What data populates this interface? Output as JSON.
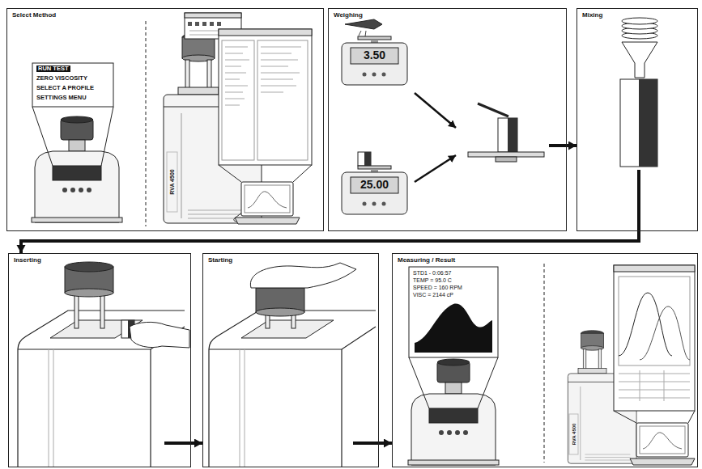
{
  "diagram": {
    "nodes": [
      {
        "text": [
          "Select Method"
        ]
      },
      {
        "text": [
          "Weighing"
        ]
      },
      {
        "text": [
          "Mixing"
        ]
      },
      {
        "text": [
          "Inserting"
        ]
      },
      {
        "text": [
          "Starting"
        ]
      },
      {
        "text": [
          "Measuring / Result"
        ]
      }
    ],
    "edges": [
      {
        "from": 1,
        "to": 2,
        "arrow": "to"
      },
      {
        "from": 2,
        "to": 3,
        "arrow": "to"
      },
      {
        "from": 3,
        "to": 4,
        "arrow": "to"
      },
      {
        "from": 4,
        "to": 5,
        "arrow": "to"
      }
    ],
    "labels": [
      "RUN TEST",
      "ZERO VISCOSITY",
      "SELECT A PROFILE",
      "SETTINGS MENU",
      "RVA 4500",
      "3.50",
      "25.00",
      "STD1 - 0:06:57",
      "TEMP = 95.0 C",
      "SPEED = 160 RPM",
      "VISC = 2144 cP",
      "RVA 4500"
    ]
  }
}
